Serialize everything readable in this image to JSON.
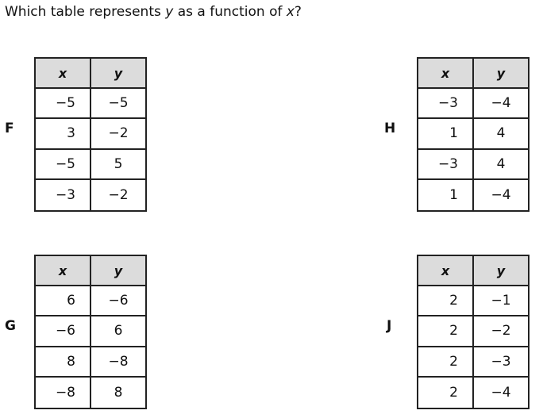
{
  "question": {
    "prefix": "Which table represents ",
    "var_y": "y",
    "middle": " as a function of ",
    "var_x": "x",
    "suffix": "?"
  },
  "tables": {
    "F": {
      "letter": "F",
      "header_x": "x",
      "header_y": "y",
      "rows": [
        [
          "−5",
          "−5"
        ],
        [
          "3",
          "−2"
        ],
        [
          "−5",
          "5"
        ],
        [
          "−3",
          "−2"
        ]
      ]
    },
    "G": {
      "letter": "G",
      "header_x": "x",
      "header_y": "y",
      "rows": [
        [
          "6",
          "−6"
        ],
        [
          "−6",
          "6"
        ],
        [
          "8",
          "−8"
        ],
        [
          "−8",
          "8"
        ]
      ]
    },
    "H": {
      "letter": "H",
      "header_x": "x",
      "header_y": "y",
      "rows": [
        [
          "−3",
          "−4"
        ],
        [
          "1",
          "4"
        ],
        [
          "−3",
          "4"
        ],
        [
          "1",
          "−4"
        ]
      ]
    },
    "J": {
      "letter": "J",
      "header_x": "x",
      "header_y": "y",
      "rows": [
        [
          "2",
          "−1"
        ],
        [
          "2",
          "−2"
        ],
        [
          "2",
          "−3"
        ],
        [
          "2",
          "−4"
        ]
      ]
    }
  }
}
